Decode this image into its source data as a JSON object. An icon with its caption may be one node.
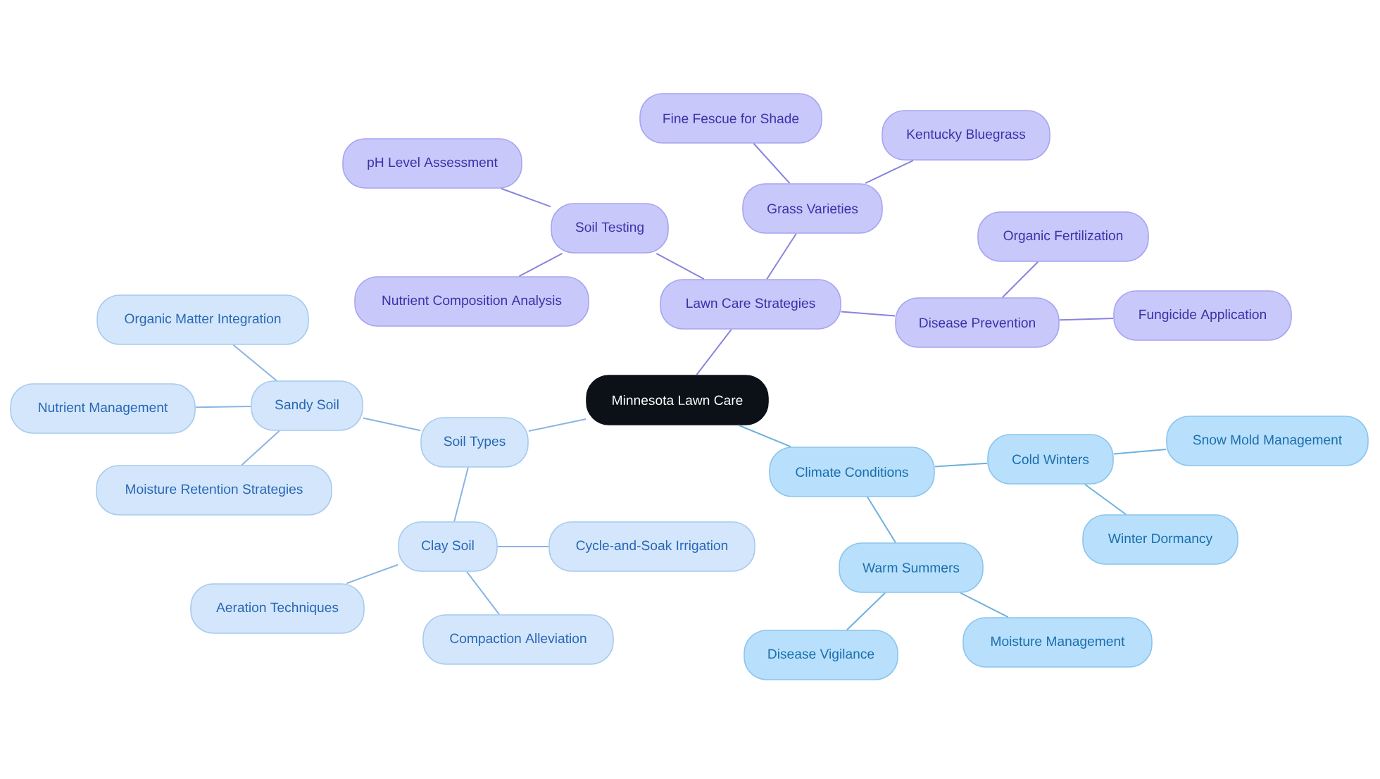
{
  "diagram": {
    "nodes": [
      {
        "text": [
          "Minnesota Lawn Care"
        ]
      },
      {
        "text": [
          "Lawn Care Strategies"
        ]
      },
      {
        "text": [
          "Soil Testing"
        ]
      },
      {
        "text": [
          "pH Level Assessment"
        ]
      },
      {
        "text": [
          "Nutrient Composition Analysis"
        ]
      },
      {
        "text": [
          "Grass Varieties"
        ]
      },
      {
        "text": [
          "Fine Fescue for Shade"
        ]
      },
      {
        "text": [
          "Kentucky Bluegrass"
        ]
      },
      {
        "text": [
          "Disease Prevention"
        ]
      },
      {
        "text": [
          "Organic Fertilization"
        ]
      },
      {
        "text": [
          "Fungicide Application"
        ]
      },
      {
        "text": [
          "Soil Types"
        ]
      },
      {
        "text": [
          "Sandy Soil"
        ]
      },
      {
        "text": [
          "Organic Matter Integration"
        ]
      },
      {
        "text": [
          "Nutrient Management"
        ]
      },
      {
        "text": [
          "Moisture Retention Strategies"
        ]
      },
      {
        "text": [
          "Clay Soil"
        ]
      },
      {
        "text": [
          "Cycle-and-Soak Irrigation"
        ]
      },
      {
        "text": [
          "Aeration Techniques"
        ]
      },
      {
        "text": [
          "Compaction Alleviation"
        ]
      },
      {
        "text": [
          "Climate Conditions"
        ]
      },
      {
        "text": [
          "Cold Winters"
        ]
      },
      {
        "text": [
          "Snow Mold Management"
        ]
      },
      {
        "text": [
          "Winter Dormancy"
        ]
      },
      {
        "text": [
          "Warm Summers"
        ]
      },
      {
        "text": [
          "Disease Vigilance"
        ]
      },
      {
        "text": [
          "Moisture Management"
        ]
      }
    ],
    "edges": [
      {
        "from": 0,
        "to": 1,
        "arrow": "none"
      },
      {
        "from": 1,
        "to": 2,
        "arrow": "none"
      },
      {
        "from": 2,
        "to": 3,
        "arrow": "none"
      },
      {
        "from": 2,
        "to": 4,
        "arrow": "none"
      },
      {
        "from": 1,
        "to": 5,
        "arrow": "none"
      },
      {
        "from": 5,
        "to": 6,
        "arrow": "none"
      },
      {
        "from": 5,
        "to": 7,
        "arrow": "none"
      },
      {
        "from": 1,
        "to": 8,
        "arrow": "none"
      },
      {
        "from": 8,
        "to": 9,
        "arrow": "none"
      },
      {
        "from": 8,
        "to": 10,
        "arrow": "none"
      },
      {
        "from": 0,
        "to": 11,
        "arrow": "none",
        "color": "#8ab4e2"
      },
      {
        "from": 11,
        "to": 12,
        "arrow": "none",
        "color": "#8ab4e2"
      },
      {
        "from": 12,
        "to": 13,
        "arrow": "none",
        "color": "#8ab4e2"
      },
      {
        "from": 12,
        "to": 14,
        "arrow": "none",
        "color": "#8ab4e2"
      },
      {
        "from": 12,
        "to": 15,
        "arrow": "none",
        "color": "#8ab4e2"
      },
      {
        "from": 11,
        "to": 16,
        "arrow": "none",
        "color": "#8ab4e2"
      },
      {
        "from": 16,
        "to": 17,
        "arrow": "none",
        "color": "#8ab4e2"
      },
      {
        "from": 16,
        "to": 18,
        "arrow": "none",
        "color": "#8ab4e2"
      },
      {
        "from": 16,
        "to": 19,
        "arrow": "none",
        "color": "#8ab4e2"
      },
      {
        "from": 0,
        "to": 20,
        "arrow": "none",
        "color": "#6fb0dc"
      },
      {
        "from": 20,
        "to": 21,
        "arrow": "none",
        "color": "#6fb0dc"
      },
      {
        "from": 21,
        "to": 22,
        "arrow": "none",
        "color": "#6fb0dc"
      },
      {
        "from": 21,
        "to": 23,
        "arrow": "none",
        "color": "#6fb0dc"
      },
      {
        "from": 20,
        "to": 24,
        "arrow": "none",
        "color": "#6fb0dc"
      },
      {
        "from": 24,
        "to": 25,
        "arrow": "none",
        "color": "#6fb0dc"
      },
      {
        "from": 24,
        "to": 26,
        "arrow": "none",
        "color": "#6fb0dc"
      }
    ]
  }
}
